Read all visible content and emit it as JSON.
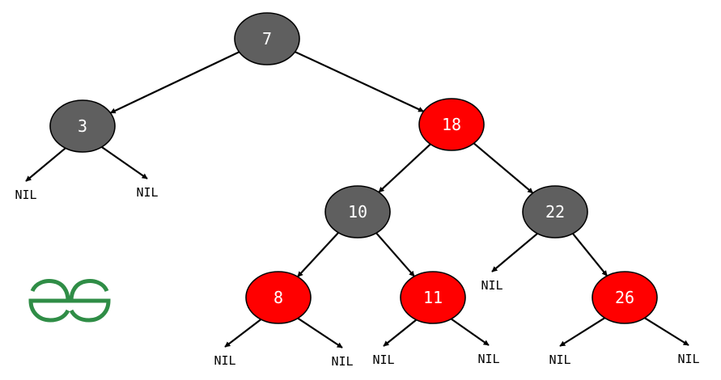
{
  "colors": {
    "black_node": "#5f5f5f",
    "red_node": "#ff0000",
    "edge": "#000000",
    "logo_green": "#2f8d46"
  },
  "logo": {
    "name": "geeksforgeeks-logo"
  },
  "tree": {
    "nodes": [
      {
        "id": "n7",
        "label": "7",
        "color": "black"
      },
      {
        "id": "n3",
        "label": "3",
        "color": "black"
      },
      {
        "id": "n18",
        "label": "18",
        "color": "red"
      },
      {
        "id": "n10",
        "label": "10",
        "color": "black"
      },
      {
        "id": "n22",
        "label": "22",
        "color": "black"
      },
      {
        "id": "n8",
        "label": "8",
        "color": "red"
      },
      {
        "id": "n11",
        "label": "11",
        "color": "red"
      },
      {
        "id": "n26",
        "label": "26",
        "color": "red"
      }
    ],
    "nil_leaves": [
      {
        "id": "nil-3-left",
        "label": "NIL"
      },
      {
        "id": "nil-3-right",
        "label": "NIL"
      },
      {
        "id": "nil-22-left",
        "label": "NIL"
      },
      {
        "id": "nil-8-left",
        "label": "NIL"
      },
      {
        "id": "nil-8-right",
        "label": "NIL"
      },
      {
        "id": "nil-11-left",
        "label": "NIL"
      },
      {
        "id": "nil-11-right",
        "label": "NIL"
      },
      {
        "id": "nil-26-left",
        "label": "NIL"
      },
      {
        "id": "nil-26-right",
        "label": "NIL"
      }
    ],
    "edges": [
      {
        "from": "n7",
        "to": "n3"
      },
      {
        "from": "n7",
        "to": "n18"
      },
      {
        "from": "n3",
        "to": "nil-3-left"
      },
      {
        "from": "n3",
        "to": "nil-3-right"
      },
      {
        "from": "n18",
        "to": "n10"
      },
      {
        "from": "n18",
        "to": "n22"
      },
      {
        "from": "n10",
        "to": "n8"
      },
      {
        "from": "n10",
        "to": "n11"
      },
      {
        "from": "n22",
        "to": "nil-22-left"
      },
      {
        "from": "n22",
        "to": "n26"
      },
      {
        "from": "n8",
        "to": "nil-8-left"
      },
      {
        "from": "n8",
        "to": "nil-8-right"
      },
      {
        "from": "n11",
        "to": "nil-11-left"
      },
      {
        "from": "n11",
        "to": "nil-11-right"
      },
      {
        "from": "n26",
        "to": "nil-26-left"
      },
      {
        "from": "n26",
        "to": "nil-26-right"
      }
    ]
  }
}
